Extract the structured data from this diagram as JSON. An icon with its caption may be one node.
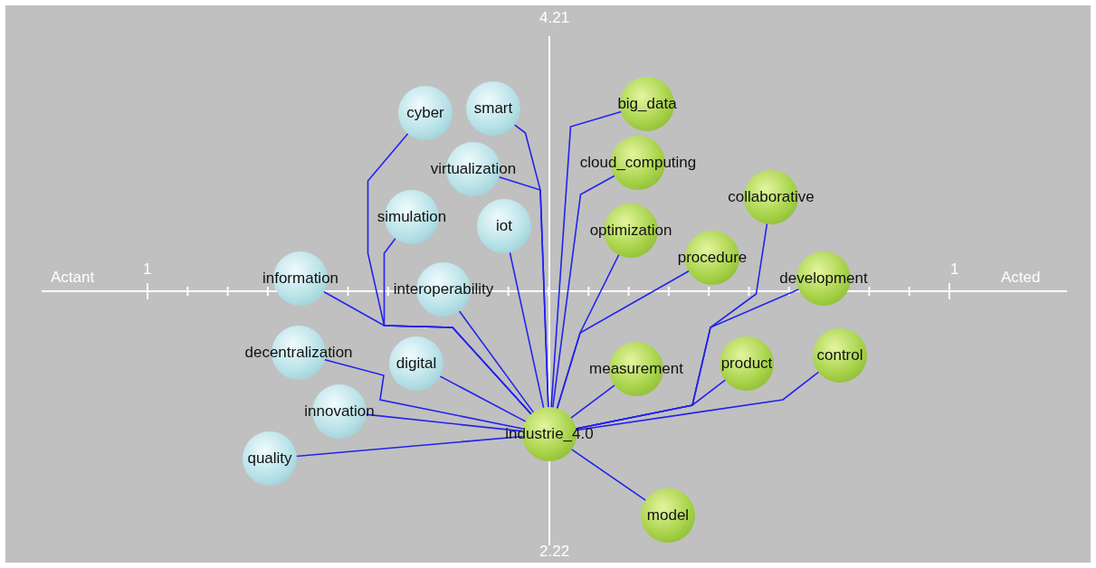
{
  "diagram": {
    "nodes": [
      {
        "text": [
          "cyber"
        ]
      },
      {
        "text": [
          "smart"
        ]
      },
      {
        "text": [
          "big_data"
        ]
      },
      {
        "text": [
          "virtualization"
        ]
      },
      {
        "text": [
          "cloud_computing"
        ]
      },
      {
        "text": [
          "collaborative"
        ]
      },
      {
        "text": [
          "simulation"
        ]
      },
      {
        "text": [
          "iot"
        ]
      },
      {
        "text": [
          "optimization"
        ]
      },
      {
        "text": [
          "procedure"
        ]
      },
      {
        "text": [
          "information"
        ]
      },
      {
        "text": [
          "interoperability"
        ]
      },
      {
        "text": [
          "development"
        ]
      },
      {
        "text": [
          "decentralization"
        ]
      },
      {
        "text": [
          "digital"
        ]
      },
      {
        "text": [
          "measurement"
        ]
      },
      {
        "text": [
          "product"
        ]
      },
      {
        "text": [
          "control"
        ]
      },
      {
        "text": [
          "innovation"
        ]
      },
      {
        "text": [
          "industrie_4.0"
        ]
      },
      {
        "text": [
          "quality"
        ]
      },
      {
        "text": [
          "model"
        ]
      }
    ],
    "edges": [
      {
        "from": 19,
        "to": 0,
        "arrow": "none"
      },
      {
        "from": 19,
        "to": 1,
        "arrow": "none"
      },
      {
        "from": 19,
        "to": 2,
        "arrow": "none"
      },
      {
        "from": 19,
        "to": 3,
        "arrow": "none"
      },
      {
        "from": 19,
        "to": 4,
        "arrow": "none"
      },
      {
        "from": 19,
        "to": 5,
        "arrow": "none"
      },
      {
        "from": 19,
        "to": 6,
        "arrow": "none"
      },
      {
        "from": 19,
        "to": 7,
        "arrow": "none"
      },
      {
        "from": 19,
        "to": 8,
        "arrow": "none"
      },
      {
        "from": 19,
        "to": 9,
        "arrow": "none"
      },
      {
        "from": 19,
        "to": 10,
        "arrow": "none"
      },
      {
        "from": 19,
        "to": 11,
        "arrow": "none"
      },
      {
        "from": 19,
        "to": 12,
        "arrow": "none"
      },
      {
        "from": 19,
        "to": 13,
        "arrow": "none"
      },
      {
        "from": 19,
        "to": 14,
        "arrow": "none"
      },
      {
        "from": 19,
        "to": 15,
        "arrow": "none"
      },
      {
        "from": 19,
        "to": 16,
        "arrow": "none"
      },
      {
        "from": 19,
        "to": 17,
        "arrow": "none"
      },
      {
        "from": 19,
        "to": 18,
        "arrow": "none"
      },
      {
        "from": 19,
        "to": 20,
        "arrow": "none"
      },
      {
        "from": 19,
        "to": 21,
        "arrow": "none"
      }
    ],
    "labels": [
      "4.21",
      "Actant",
      "1",
      "1",
      "Acted",
      "2.22"
    ]
  }
}
